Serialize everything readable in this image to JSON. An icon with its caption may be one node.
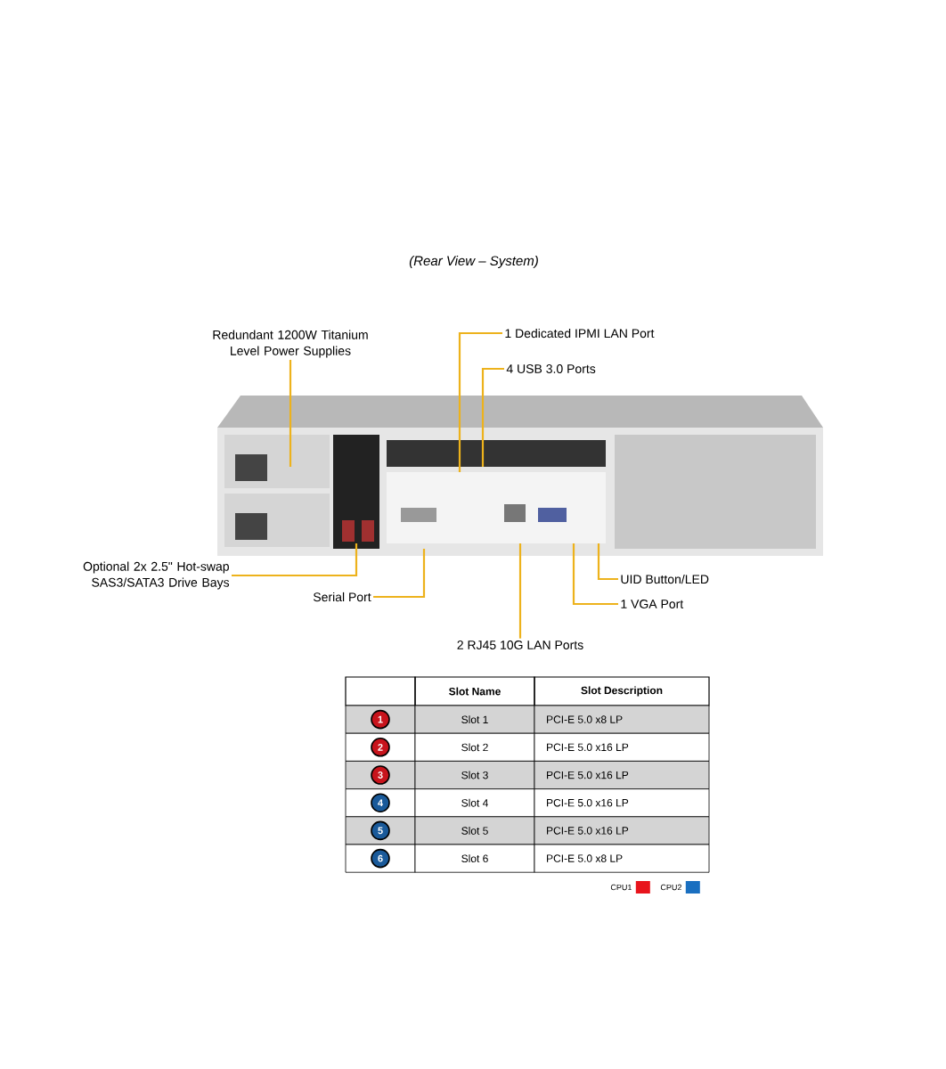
{
  "diagram": {
    "title": "(Rear View – System)",
    "nodes": [
      {
        "text": [],
        "shape": "picture"
      },
      {
        "text": [
          "Redundant 1200W Titanium Level Power Supplies"
        ]
      },
      {
        "text": [
          "1 Dedicated IPMI LAN Port"
        ]
      },
      {
        "text": [
          "4 USB 3.0 Ports"
        ]
      },
      {
        "text": [
          "Optional 2x 2.5\" Hot-swap SAS3/SATA3 Drive Bays"
        ]
      },
      {
        "text": [
          "Serial Port"
        ]
      },
      {
        "text": [
          "2 RJ45 10G LAN Ports"
        ]
      },
      {
        "text": [
          "UID Button/LED"
        ]
      },
      {
        "text": [
          "1 VGA Port"
        ]
      }
    ],
    "edges": [
      {
        "from": 1,
        "to": 0,
        "arrow": "none"
      },
      {
        "from": 2,
        "to": 0,
        "arrow": "none"
      },
      {
        "from": 3,
        "to": 0,
        "arrow": "none"
      },
      {
        "from": 4,
        "to": 0,
        "arrow": "none"
      },
      {
        "from": 5,
        "to": 0,
        "arrow": "none"
      },
      {
        "from": 6,
        "to": 0,
        "arrow": "none"
      },
      {
        "from": 7,
        "to": 0,
        "arrow": "none"
      },
      {
        "from": 8,
        "to": 0,
        "arrow": "none"
      }
    ],
    "labels": [
      "Slot Name",
      "Slot Description",
      "1",
      "Slot 1",
      "PCI-E 5.0 x8 LP",
      "2",
      "Slot 2",
      "PCI-E 5.0 x16 LP",
      "3",
      "Slot 3",
      "PCI-E 5.0 x16 LP",
      "4",
      "Slot 4",
      "PCI-E 5.0 x16 LP",
      "5",
      "Slot 5",
      "PCI-E 5.0 x16 LP",
      "6",
      "Slot 6",
      "PCI-E 5.0 x8 LP"
    ],
    "legend": [
      {
        "text": "CPU1",
        "color": "#e8141c"
      },
      {
        "text": "CPU2",
        "color": "#1a6fc0"
      }
    ]
  }
}
